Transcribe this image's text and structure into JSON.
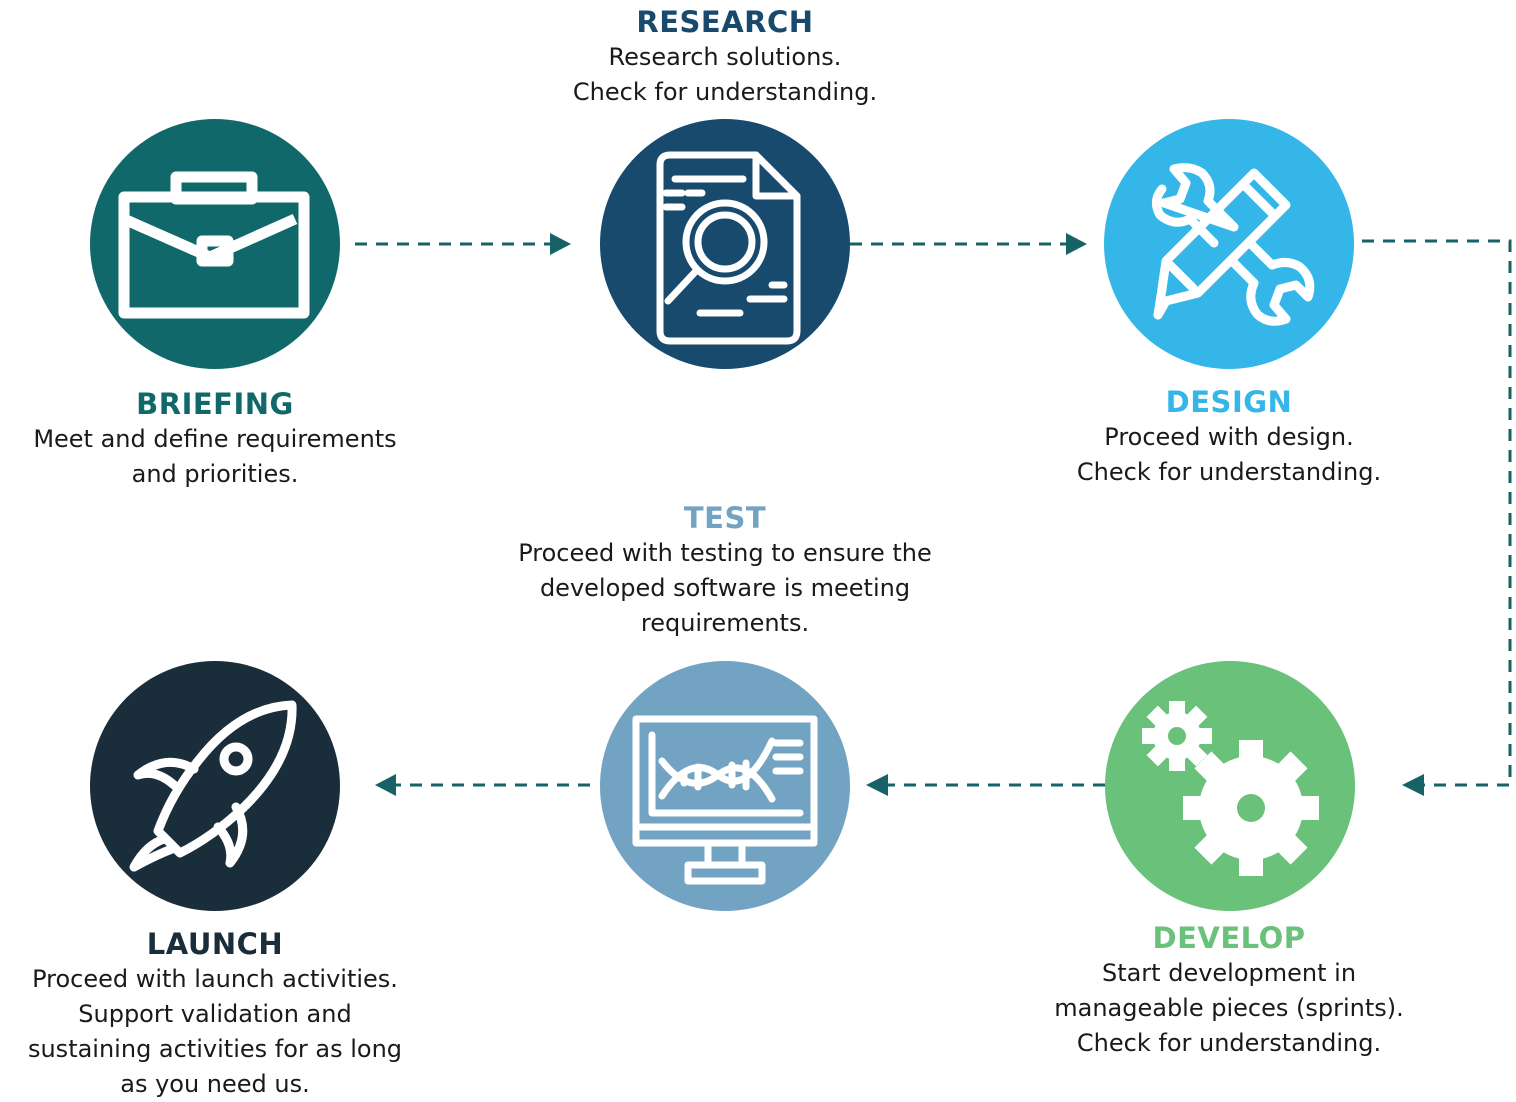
{
  "colors": {
    "briefing": "#11686a",
    "research": "#184a6e",
    "design": "#34b7e8",
    "develop": "#69c17a",
    "test": "#73a3c3",
    "launch": "#1a2d3a",
    "connector": "#176266"
  },
  "steps": {
    "briefing": {
      "title": "BRIEFING",
      "icon": "briefcase-icon",
      "lines": [
        "Meet and define requirements",
        "and priorities."
      ]
    },
    "research": {
      "title": "RESEARCH",
      "icon": "document-search-icon",
      "lines": [
        "Research solutions.",
        "Check for understanding."
      ]
    },
    "design": {
      "title": "DESIGN",
      "icon": "pencil-wrench-icon",
      "lines": [
        "Proceed with design.",
        "Check for understanding."
      ]
    },
    "develop": {
      "title": "DEVELOP",
      "icon": "gears-icon",
      "lines": [
        "Start development in",
        "manageable pieces (sprints).",
        "Check for understanding."
      ]
    },
    "test": {
      "title": "TEST",
      "icon": "monitor-dna-icon",
      "lines": [
        "Proceed with testing to ensure the",
        "developed software is meeting",
        "requirements."
      ]
    },
    "launch": {
      "title": "LAUNCH",
      "icon": "rocket-icon",
      "lines": [
        "Proceed with launch activities.",
        "Support validation and",
        "sustaining activities for as long",
        "as you need us."
      ]
    }
  }
}
